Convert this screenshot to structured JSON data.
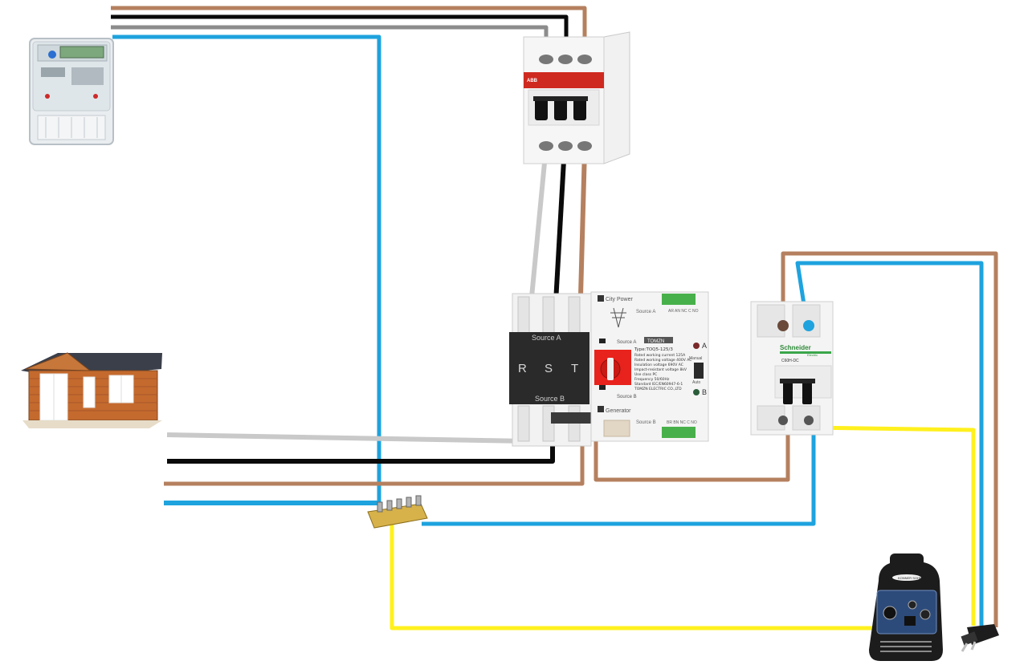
{
  "colors": {
    "brown": "#b5805f",
    "black": "#0a0a0a",
    "grey": "#8c8c8c",
    "light_grey": "#c9c9c9",
    "blue": "#1ea3de",
    "yellow": "#fff01e",
    "breaker_red": "#d5271f",
    "selector_red": "#e8221c"
  },
  "icons": {
    "meter": "electric-meter-icon",
    "house": "house-icon",
    "breaker_3p": "three-pole-breaker-icon",
    "breaker_2p": "two-pole-breaker-icon",
    "ats": "transfer-switch-icon",
    "neutral_bar": "neutral-busbar-icon",
    "generator": "generator-icon",
    "plug": "plug-icon"
  },
  "breaker_3p": {
    "brand": "ABB"
  },
  "breaker_2p": {
    "brand": "Schneider",
    "brand_sub": "Electric",
    "model": "C60H-DC"
  },
  "ats": {
    "phases": [
      "R",
      "S",
      "T"
    ],
    "source_a_label": "Source A",
    "source_b_label": "Source B",
    "city_power_label": "City Power",
    "generator_label": "Generator",
    "source_a_small": "Source A",
    "source_b_small": "Source B",
    "top_terminal_label": "AR AN NC C NO",
    "bottom_terminal_label": "BR BN NC C NO",
    "brand": "TOMZN",
    "type_line": "Type:TOQ5-125/3",
    "specs": [
      "Rated working current   125A",
      "Rated working voltage  400V AC",
      "Insulation voltage       690V AC",
      "Impact-resistant voltage   8kV",
      "Use class                     PC",
      "Frequency                 50/60Hz",
      "Standard        IEC/EN60947-6-1",
      "TOMZN ELECTRIC CO.,LTD"
    ],
    "indicator_a": "A",
    "indicator_b": "B",
    "manual_label": "Manual",
    "auto_label": "Auto"
  },
  "generator": {
    "brand": "KONNER SOHNEN"
  }
}
